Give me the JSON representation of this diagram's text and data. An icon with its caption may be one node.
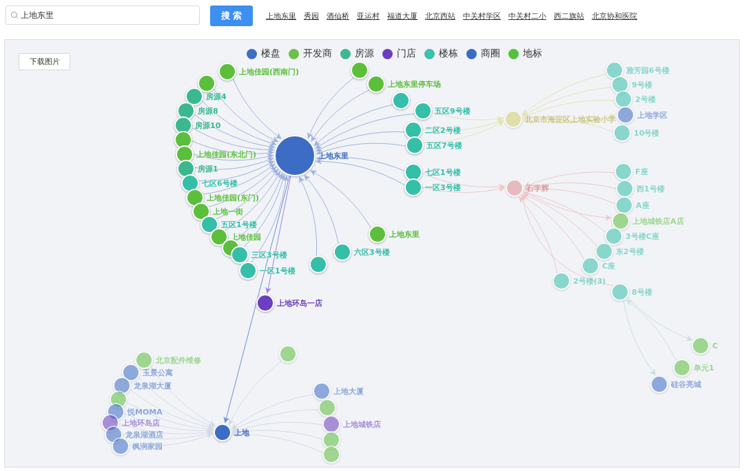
{
  "diagram": {
    "nodes": [
      {
        "text": [
          "上地东里"
        ]
      },
      {
        "text": [
          "上地佳园(西南门)"
        ]
      },
      {
        "text": [],
        "shape": "circle"
      },
      {
        "text": [
          "房源4"
        ]
      },
      {
        "text": [
          "房源8"
        ]
      },
      {
        "text": [
          "房源10"
        ]
      },
      {
        "text": [],
        "shape": "circle"
      },
      {
        "text": [
          "上地佳园(东北门)"
        ]
      },
      {
        "text": [
          "房源1"
        ]
      },
      {
        "text": [
          "七区6号楼"
        ]
      },
      {
        "text": [
          "上地佳园(东门)"
        ]
      },
      {
        "text": [
          "上地一街"
        ]
      },
      {
        "text": [
          "五区1号楼"
        ]
      },
      {
        "text": [
          "上地佳园"
        ]
      },
      {
        "text": [],
        "shape": "circle"
      },
      {
        "text": [
          "三区3号楼"
        ]
      },
      {
        "text": [
          "一区1号楼"
        ]
      },
      {
        "text": [],
        "shape": "circle"
      },
      {
        "text": [
          "六区3号楼"
        ]
      },
      {
        "text": [
          "上地东里"
        ]
      },
      {
        "text": [
          "上地环岛一店"
        ]
      },
      {
        "text": [
          "上地东里停车场"
        ]
      },
      {
        "text": [],
        "shape": "circle"
      },
      {
        "text": [],
        "shape": "circle"
      },
      {
        "text": [
          "五区9号楼"
        ]
      },
      {
        "text": [
          "二区2号楼"
        ]
      },
      {
        "text": [
          "五区7号楼"
        ]
      },
      {
        "text": [
          "七区1号楼"
        ]
      },
      {
        "text": [
          "一区3号楼"
        ]
      },
      {
        "text": [
          "北京市海淀区上地实验小学"
        ]
      },
      {
        "text": [
          "雅芳园6号楼"
        ]
      },
      {
        "text": [
          "9号楼"
        ]
      },
      {
        "text": [
          "2号楼"
        ]
      },
      {
        "text": [
          "上地学区"
        ]
      },
      {
        "text": [
          "10号楼"
        ]
      },
      {
        "text": [
          "石学辉"
        ]
      },
      {
        "text": [
          "F座"
        ]
      },
      {
        "text": [
          "西1号楼"
        ]
      },
      {
        "text": [
          "A座"
        ]
      },
      {
        "text": [
          "上地城铁店A店"
        ]
      },
      {
        "text": [
          "3号楼C座"
        ]
      },
      {
        "text": [
          "东2号楼"
        ]
      },
      {
        "text": [
          "C座"
        ]
      },
      {
        "text": [
          "2号楼(3)"
        ]
      },
      {
        "text": [
          "8号楼"
        ]
      },
      {
        "text": [
          "C"
        ]
      },
      {
        "text": [
          "单元1"
        ]
      },
      {
        "text": [
          "硅谷亮城"
        ]
      },
      {
        "text": [
          "上地"
        ]
      },
      {
        "text": [
          "北京配件维修"
        ]
      },
      {
        "text": [
          "玉景公寓"
        ]
      },
      {
        "text": [
          "龙泉湖大厦"
        ]
      },
      {
        "text": [],
        "shape": "circle"
      },
      {
        "text": [
          "悦MOMA"
        ]
      },
      {
        "text": [
          "上地环岛店"
        ]
      },
      {
        "text": [
          "龙泉湖酒店"
        ]
      },
      {
        "text": [
          "枫润家园"
        ]
      },
      {
        "text": [],
        "shape": "circle"
      },
      {
        "text": [
          "上地大厦"
        ]
      },
      {
        "text": [],
        "shape": "circle"
      },
      {
        "text": [
          "上地城铁店"
        ]
      },
      {
        "text": [],
        "shape": "circle"
      },
      {
        "text": [],
        "shape": "circle"
      }
    ],
    "edges": [
      {
        "from": 1,
        "to": 0,
        "arrow": "to"
      },
      {
        "from": 2,
        "to": 0,
        "arrow": "to"
      },
      {
        "from": 3,
        "to": 0,
        "arrow": "to"
      },
      {
        "from": 4,
        "to": 0,
        "arrow": "to"
      },
      {
        "from": 5,
        "to": 0,
        "arrow": "to"
      },
      {
        "from": 6,
        "to": 0,
        "arrow": "to"
      },
      {
        "from": 7,
        "to": 0,
        "arrow": "to"
      },
      {
        "from": 8,
        "to": 0,
        "arrow": "to"
      },
      {
        "from": 9,
        "to": 0,
        "arrow": "to"
      },
      {
        "from": 10,
        "to": 0,
        "arrow": "to"
      },
      {
        "from": 11,
        "to": 0,
        "arrow": "to"
      },
      {
        "from": 12,
        "to": 0,
        "arrow": "to"
      },
      {
        "from": 13,
        "to": 0,
        "arrow": "to"
      },
      {
        "from": 14,
        "to": 0,
        "arrow": "to"
      },
      {
        "from": 15,
        "to": 0,
        "arrow": "to"
      },
      {
        "from": 16,
        "to": 0,
        "arrow": "to"
      },
      {
        "from": 17,
        "to": 0,
        "arrow": "to"
      },
      {
        "from": 18,
        "to": 0,
        "arrow": "to"
      },
      {
        "from": 19,
        "to": 0,
        "arrow": "to"
      },
      {
        "from": 21,
        "to": 0,
        "arrow": "to"
      },
      {
        "from": 22,
        "to": 0,
        "arrow": "to"
      },
      {
        "from": 23,
        "to": 0,
        "arrow": "to"
      },
      {
        "from": 24,
        "to": 0,
        "arrow": "to"
      },
      {
        "from": 25,
        "to": 0,
        "arrow": "to"
      },
      {
        "from": 26,
        "to": 0,
        "arrow": "to"
      },
      {
        "from": 27,
        "to": 0,
        "arrow": "to"
      },
      {
        "from": 28,
        "to": 0,
        "arrow": "to"
      },
      {
        "from": 0,
        "to": 20,
        "arrow": "to",
        "color": "#9d86d8"
      },
      {
        "from": 0,
        "to": 48,
        "arrow": "to",
        "color": "#6f8fd0"
      },
      {
        "from": 24,
        "to": 29,
        "arrow": "to",
        "color": "#e6e3b5"
      },
      {
        "from": 25,
        "to": 29,
        "arrow": "to",
        "color": "#e6e3b5"
      },
      {
        "from": 26,
        "to": 29,
        "arrow": "to",
        "color": "#e6e3b5"
      },
      {
        "from": 30,
        "to": 29,
        "arrow": "to",
        "color": "#e6e3b5"
      },
      {
        "from": 31,
        "to": 29,
        "arrow": "to",
        "color": "#e6e3b5"
      },
      {
        "from": 32,
        "to": 29,
        "arrow": "to",
        "color": "#e6e3b5"
      },
      {
        "from": 34,
        "to": 29,
        "arrow": "to",
        "color": "#e6e3b5"
      },
      {
        "from": 29,
        "to": 33,
        "arrow": "to",
        "color": "#e6e3b5"
      },
      {
        "from": 27,
        "to": 35,
        "arrow": "to",
        "color": "#eec8c8"
      },
      {
        "from": 28,
        "to": 35,
        "arrow": "to",
        "color": "#eec8c8"
      },
      {
        "from": 36,
        "to": 35,
        "arrow": "to",
        "color": "#eec8c8"
      },
      {
        "from": 37,
        "to": 35,
        "arrow": "to",
        "color": "#eec8c8"
      },
      {
        "from": 38,
        "to": 35,
        "arrow": "to",
        "color": "#eec8c8"
      },
      {
        "from": 40,
        "to": 35,
        "arrow": "to",
        "color": "#eec8c8"
      },
      {
        "from": 41,
        "to": 35,
        "arrow": "to",
        "color": "#eec8c8"
      },
      {
        "from": 42,
        "to": 35,
        "arrow": "to",
        "color": "#eec8c8"
      },
      {
        "from": 43,
        "to": 35,
        "arrow": "to",
        "color": "#eec8c8"
      },
      {
        "from": 44,
        "to": 35,
        "arrow": "to",
        "color": "#eec8c8"
      },
      {
        "from": 35,
        "to": 39,
        "arrow": "to",
        "color": "#eec8c8"
      },
      {
        "from": 44,
        "to": 45,
        "arrow": "to",
        "color": "#c9dfe0"
      },
      {
        "from": 44,
        "to": 47,
        "arrow": "to",
        "color": "#c9dfe0"
      },
      {
        "from": 46,
        "to": 44,
        "arrow": "to",
        "color": "#c9dfe0"
      },
      {
        "from": 49,
        "to": 48,
        "arrow": "to",
        "color": "#d5dbe6"
      },
      {
        "from": 50,
        "to": 48,
        "arrow": "to",
        "color": "#d5dbe6"
      },
      {
        "from": 51,
        "to": 48,
        "arrow": "to",
        "color": "#d5dbe6"
      },
      {
        "from": 52,
        "to": 48,
        "arrow": "to",
        "color": "#d5dbe6"
      },
      {
        "from": 53,
        "to": 48,
        "arrow": "to",
        "color": "#d5dbe6"
      },
      {
        "from": 54,
        "to": 48,
        "arrow": "to",
        "color": "#d5dbe6"
      },
      {
        "from": 55,
        "to": 48,
        "arrow": "to",
        "color": "#d5dbe6"
      },
      {
        "from": 56,
        "to": 48,
        "arrow": "to",
        "color": "#d5dbe6"
      },
      {
        "from": 57,
        "to": 48,
        "arrow": "to",
        "color": "#d5dbe6"
      },
      {
        "from": 58,
        "to": 48,
        "arrow": "to",
        "color": "#d5dbe6"
      },
      {
        "from": 59,
        "to": 48,
        "arrow": "to",
        "color": "#d5dbe6"
      },
      {
        "from": 60,
        "to": 48,
        "arrow": "to",
        "color": "#d5dbe6"
      },
      {
        "from": 61,
        "to": 48,
        "arrow": "to",
        "color": "#d5dbe6"
      },
      {
        "from": 62,
        "to": 48,
        "arrow": "to",
        "color": "#d5dbe6"
      }
    ],
    "labels": [
      "上地东里",
      "搜 索",
      "上地东里",
      "秀园",
      "酒仙桥",
      "亚运村",
      "福道大厦",
      "北京西站",
      "中关村学区",
      "中关村二小",
      "西二旗站",
      "北京协和医院",
      "下载图片"
    ],
    "legend": [
      {
        "text": "楼盘",
        "color": "#3f6fc4"
      },
      {
        "text": "开发商",
        "color": "#6cc04a"
      },
      {
        "text": "房源",
        "color": "#3db88f"
      },
      {
        "text": "门店",
        "color": "#6a3cc0"
      },
      {
        "text": "楼栋",
        "color": "#3bbfae"
      },
      {
        "text": "商圈",
        "color": "#3a6cc4"
      },
      {
        "text": "地标",
        "color": "#56c13c"
      }
    ]
  }
}
